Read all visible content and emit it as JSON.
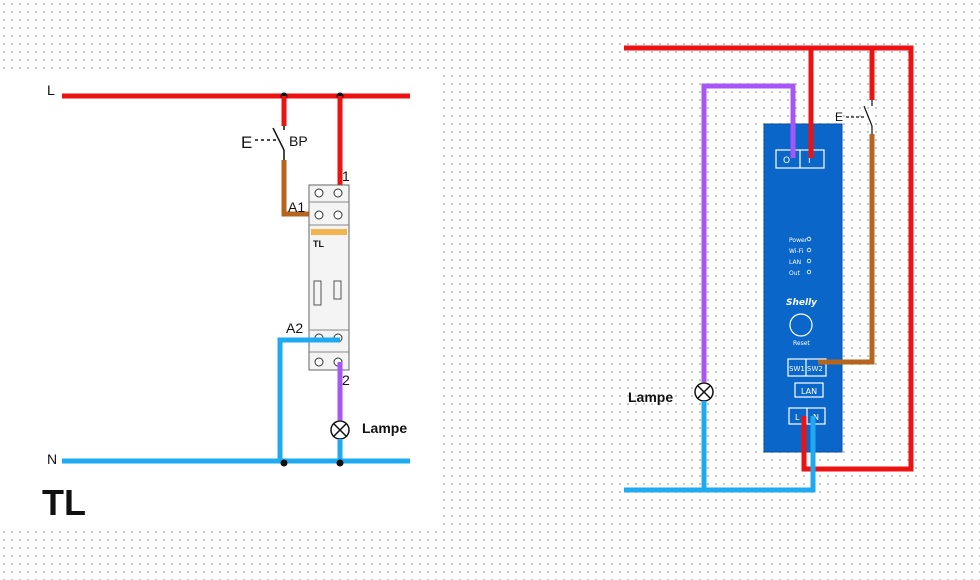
{
  "colors": {
    "phase": "#ee1111",
    "neutral": "#1eaaf1",
    "lamp_wire": "#a855f7",
    "switch_wire": "#b5651d",
    "shelly_body": "#0a66c8",
    "relay_stripe": "#f2b44f"
  },
  "left": {
    "line_label": "L",
    "neutral_label": "N",
    "pushbutton_label": "BP",
    "switch_symbol": "E",
    "terminal_1": "1",
    "terminal_2": "2",
    "a1_label": "A1",
    "a2_label": "A2",
    "relay_label": "TL",
    "lamp_label": "Lampe",
    "title": "TL"
  },
  "right": {
    "switch_symbol": "E",
    "lamp_label": "Lampe",
    "shelly": {
      "top_terminals": [
        "O",
        "I"
      ],
      "leds": [
        "Power",
        "Wi-Fi",
        "LAN",
        "Out"
      ],
      "brand": "Shelly",
      "reset_label": "Reset",
      "sw1": "SW1",
      "sw2": "SW2",
      "lan": "LAN",
      "bottom_terminals": [
        "L",
        "N"
      ]
    }
  }
}
